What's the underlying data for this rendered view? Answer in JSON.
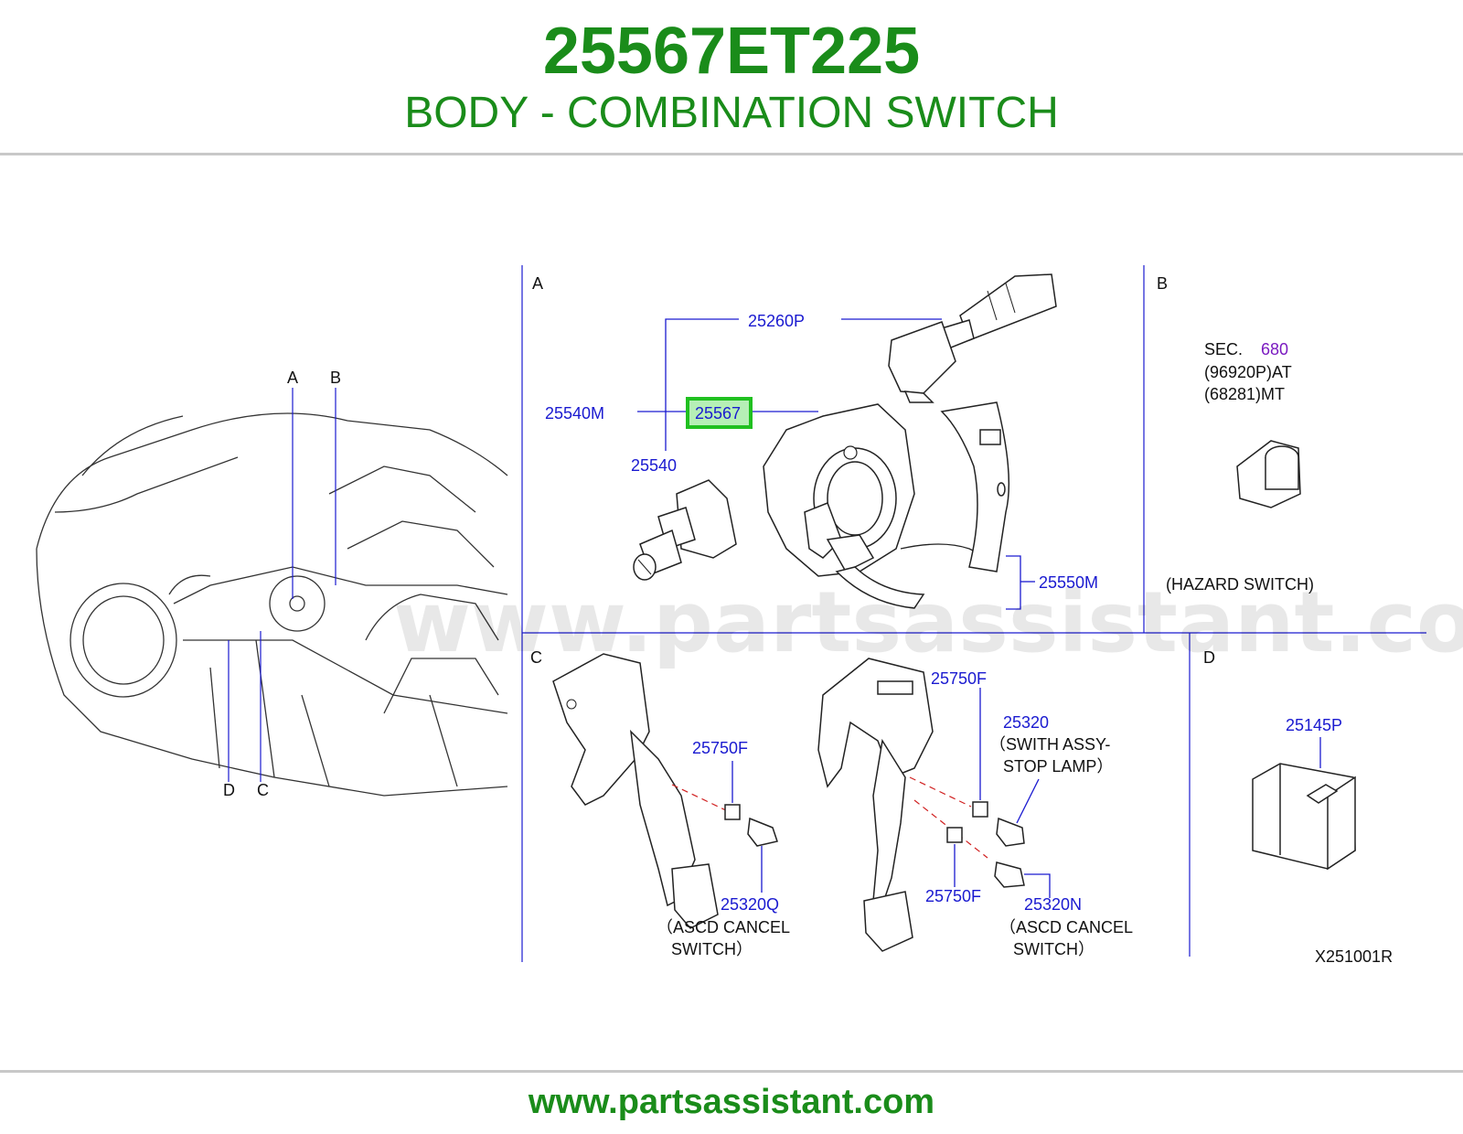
{
  "header": {
    "part_number": "25567ET225",
    "title": "BODY - COMBINATION SWITCH"
  },
  "footer": {
    "url": "www.partsassistant.com"
  },
  "watermark": "www.partsassistant.com",
  "colors": {
    "brand_green": "#1a8c1a",
    "callout_blue": "#1a1ad0",
    "highlight_green": "#20c020",
    "section_ref_purple": "#7a1ac0"
  },
  "diagram": {
    "overview_labels": {
      "a": "A",
      "b": "B",
      "c": "C",
      "d": "D"
    },
    "section_a": {
      "label": "A",
      "callouts": {
        "p25260P": "25260P",
        "p25540M": "25540M",
        "p25567": "25567",
        "p25540": "25540",
        "p25550M": "25550M"
      }
    },
    "section_b": {
      "label": "B",
      "sec_prefix": "SEC.",
      "sec_number": "680",
      "ref_at": "(96920P)AT",
      "ref_mt": "(68281)MT",
      "caption": "(HAZARD  SWITCH)"
    },
    "section_c": {
      "label": "C",
      "callouts": {
        "p25750F_a": "25750F",
        "p25320Q": "25320Q",
        "p25750F_b": "25750F",
        "p25320": "25320",
        "p25750F_c": "25750F",
        "p25320N": "25320N"
      },
      "captions": {
        "ascd1_line1": "（ASCD   CANCEL",
        "ascd1_line2": "SWITCH）",
        "stop_line1": "（SWITH   ASSY-",
        "stop_line2": "STOP   LAMP）",
        "ascd2_line1": "（ASCD   CANCEL",
        "ascd2_line2": "SWITCH）"
      }
    },
    "section_d": {
      "label": "D",
      "callouts": {
        "p25145P": "25145P"
      }
    },
    "figure_code": "X251001R"
  }
}
